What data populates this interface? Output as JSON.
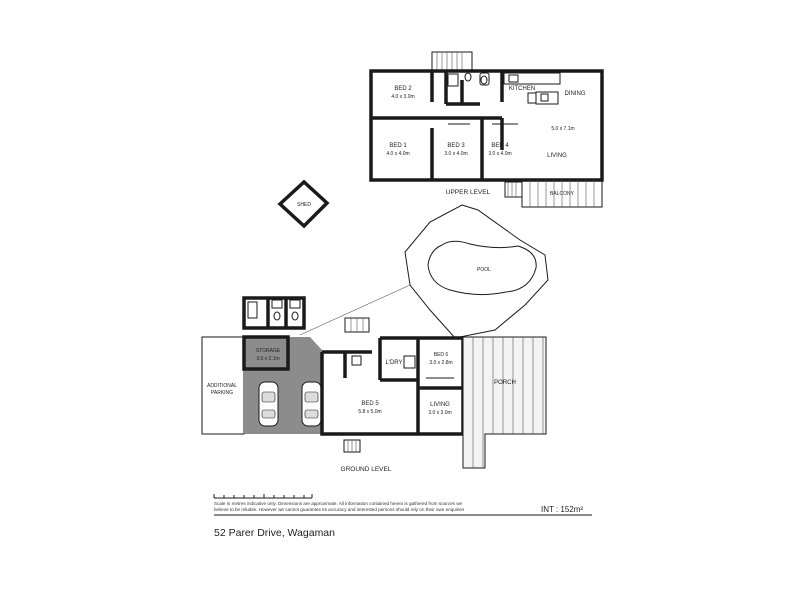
{
  "upper_level": {
    "label": "UPPER LEVEL",
    "rooms": {
      "bed2": {
        "name": "BED 2",
        "dims": "4.0 x 3.0m"
      },
      "bed1": {
        "name": "BED 1",
        "dims": "4.0 x 4.0m"
      },
      "bed3": {
        "name": "BED 3",
        "dims": "3.0 x 4.0m"
      },
      "bed4": {
        "name": "BED 4",
        "dims": "3.0 x 4.0m"
      },
      "kitchen": {
        "name": "KITCHEN"
      },
      "dining": {
        "name": "DINING"
      },
      "living": {
        "name": "LIVING",
        "dims": "5.0 x 7.1m"
      },
      "balcony": {
        "name": "BALCONY"
      }
    }
  },
  "outdoor": {
    "shed": "SHED",
    "pool": "POOL"
  },
  "ground_level": {
    "label": "GROUND LEVEL",
    "rooms": {
      "storage": {
        "name": "STORAGE",
        "dims": "3.0 x 2.1m"
      },
      "additional_parking": {
        "line1": "ADDITIONAL",
        "line2": "PARKING"
      },
      "laundry": {
        "name": "L'DRY"
      },
      "bed6": {
        "name": "BED 6",
        "dims": "3.0 x 2.8m"
      },
      "bed5": {
        "name": "BED 5",
        "dims": "5.8 x 5.0m"
      },
      "living": {
        "name": "LIVING",
        "dims": "3.0 x 3.0m"
      },
      "porch": {
        "name": "PORCH"
      }
    }
  },
  "footer": {
    "disclaimer_line1": "Scale in metres indicative only. Dimensions are approximate. All information contained herein is gathered from sources we",
    "disclaimer_line2": "believe to be reliable. However we cannot guarantee its accuracy and interested persons should rely on their own enquiries",
    "area_label": "INT  : 152m²",
    "address": "52 Parer Drive, Wagaman"
  }
}
